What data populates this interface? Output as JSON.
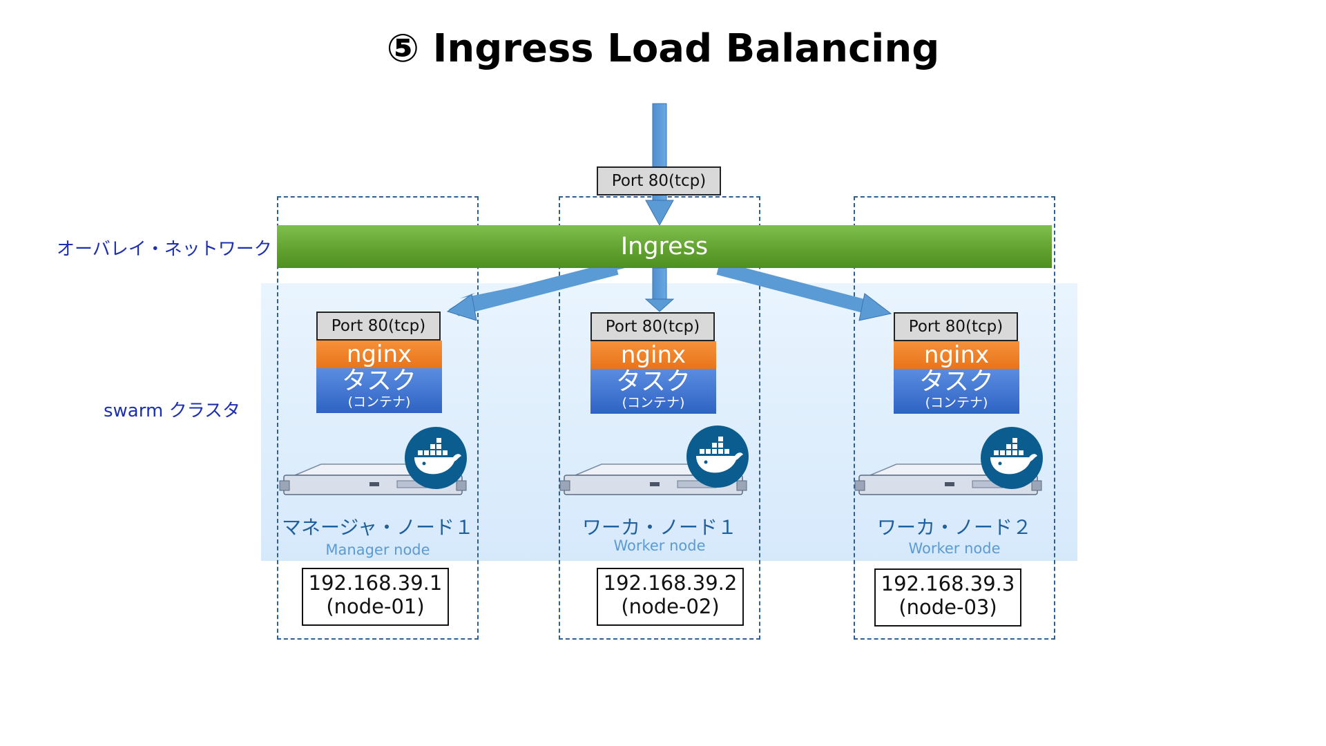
{
  "title": "⑤ Ingress Load Balancing",
  "labels": {
    "overlay_network": "オーバレイ・ネットワーク",
    "swarm_cluster": "swarm クラスタ"
  },
  "ingress": {
    "label": "Ingress",
    "port": "Port 80(tcp)"
  },
  "nodes": [
    {
      "port": "Port 80(tcp)",
      "service": "nginx",
      "task": "タスク",
      "task_sub": "(コンテナ)",
      "name": "マネージャ・ノード１",
      "role": "Manager node",
      "ip": "192.168.39.1",
      "host": "(node-01)"
    },
    {
      "port": "Port 80(tcp)",
      "service": "nginx",
      "task": "タスク",
      "task_sub": "(コンテナ)",
      "name": "ワーカ・ノード１",
      "role": "Worker node",
      "ip": "192.168.39.2",
      "host": "(node-02)"
    },
    {
      "port": "Port 80(tcp)",
      "service": "nginx",
      "task": "タスク",
      "task_sub": "(コンテナ)",
      "name": "ワーカ・ノード２",
      "role": "Worker node",
      "ip": "192.168.39.3",
      "host": "(node-03)"
    }
  ],
  "colors": {
    "arrow": "#5b9bd5",
    "ingress_green": "#6aad3a",
    "nginx_orange": "#ed7d31",
    "task_blue": "#4472c4",
    "docker_blue": "#0b5d8f",
    "label_blue": "#1c2fb0"
  },
  "icons": [
    "docker-whale-icon",
    "server-icon"
  ]
}
